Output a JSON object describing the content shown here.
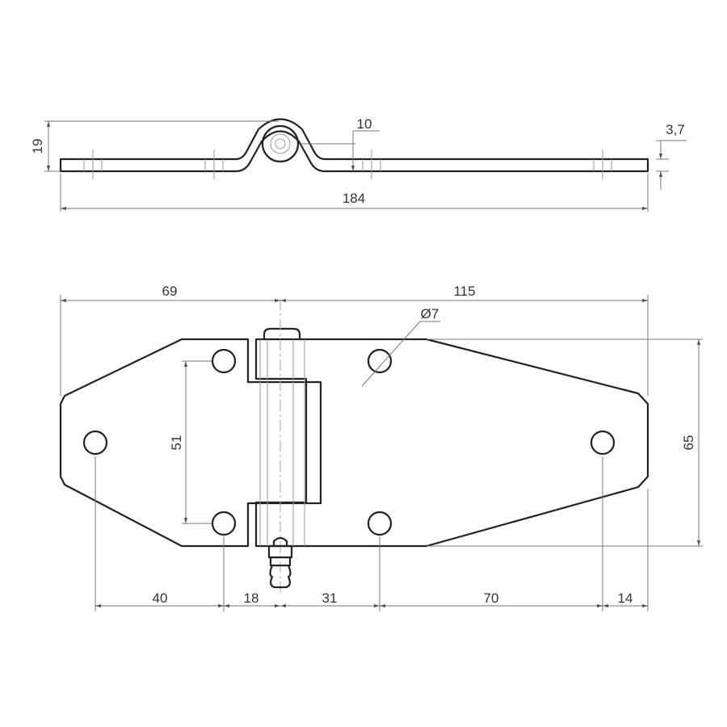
{
  "side_view": {
    "height": "19",
    "knuckle_height": "10",
    "thickness": "3,7",
    "length": "184"
  },
  "front_view": {
    "left_to_pin": "69",
    "pin_to_right": "115",
    "hole_diameter": "Ø7",
    "hole_spacing_vertical": "51",
    "width": "65",
    "bottom_dims": [
      "40",
      "18",
      "31",
      "70",
      "14"
    ]
  },
  "colors": {
    "line": "#222222",
    "dim": "#777777"
  }
}
